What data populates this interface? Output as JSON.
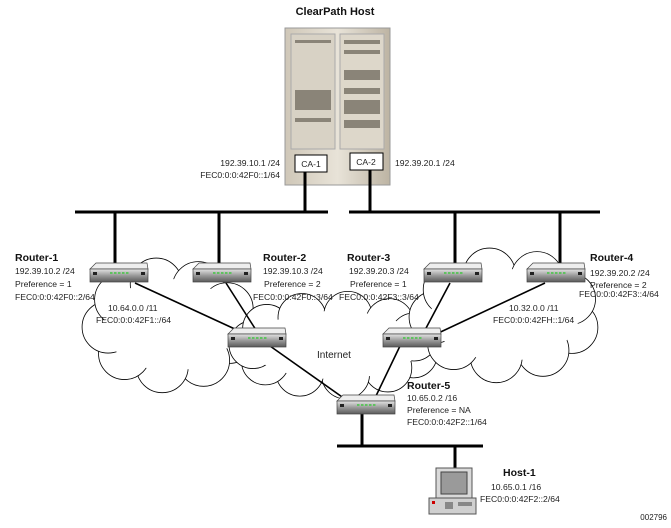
{
  "title": "ClearPath Host",
  "host_ports": {
    "ca1": {
      "label": "CA-1",
      "ip": "192.39.10.1 /24",
      "ipv6": "FEC0:0:0:42F0::1/64"
    },
    "ca2": {
      "label": "CA-2",
      "ip": "192.39.20.1 /24"
    }
  },
  "routers": [
    {
      "name": "Router-1",
      "ip": "192.39.10.2 /24",
      "pref": "Preference = 1",
      "ipv6": "FEC0:0:0:42F0::2/64"
    },
    {
      "name": "Router-2",
      "ip": "192.39.10.3 /24",
      "pref": "Preference = 2",
      "ipv6": "FEC0:0:0:42F0::3/64"
    },
    {
      "name": "Router-3",
      "ip": "192.39.20.3 /24",
      "pref": "Preference = 1",
      "ipv6": "FEC0:0:0:42F3::3/64"
    },
    {
      "name": "Router-4",
      "ip": "192.39.20.2 /24",
      "pref": "Preference = 2",
      "ipv6": "FEC0:0:0:42F3::4/64"
    },
    {
      "name": "Router-5",
      "ip": "10.65.0.2 /16",
      "pref": "Preference = NA",
      "ipv6": "FEC0:0:0:42F2::1/64"
    }
  ],
  "networks": {
    "left": {
      "ip": "10.64.0.0 /11",
      "ipv6": "FEC0:0:0:42F1::/64"
    },
    "right": {
      "ip": "10.32.0.0 /11",
      "ipv6": "FEC0:0:0:42FH::1/64"
    },
    "internet": "Internet"
  },
  "host1": {
    "name": "Host-1",
    "ip": "10.65.0.1 /16",
    "ipv6": "FEC0:0:0:42F2::2/64"
  },
  "figure_id": "002796"
}
